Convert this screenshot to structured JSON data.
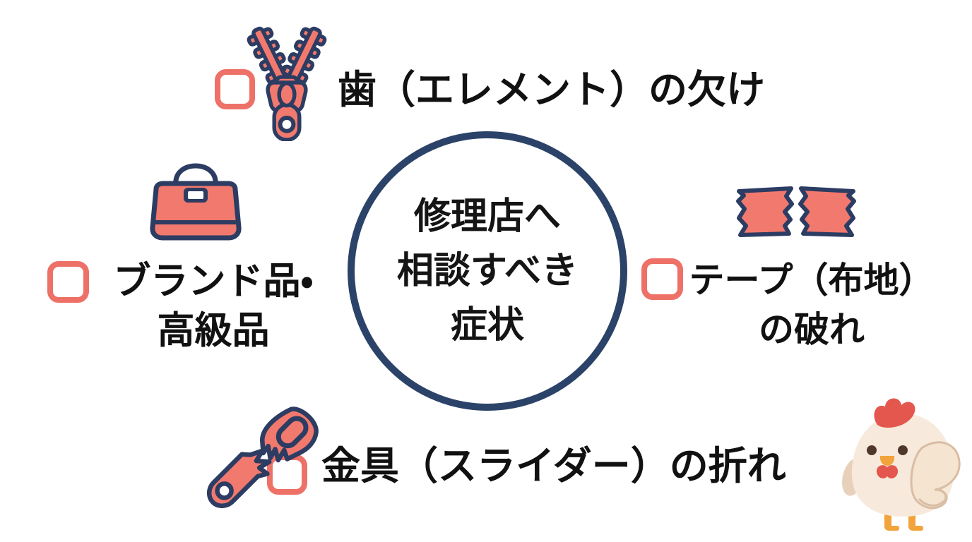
{
  "center_circle": {
    "lines": [
      "修理店へ",
      "相談すべき",
      "症状"
    ]
  },
  "items": {
    "top": {
      "icon": "open-zipper",
      "label": "歯（エレメント）の欠け"
    },
    "left": {
      "icon": "handbag",
      "lines": [
        "ブランド品・",
        "高級品"
      ]
    },
    "right": {
      "icon": "torn-tape",
      "lines": [
        "テープ（布地）",
        "の破れ"
      ]
    },
    "bottom": {
      "icon": "broken-slider",
      "label": "金具（スライダー）の折れ"
    }
  },
  "mascot": {
    "name": "chicken"
  },
  "colors": {
    "coral": "#F2796E",
    "coral_outline": "#EE7168",
    "navy": "#2C3C62",
    "circle_navy": "#2B4368",
    "text": "#111111",
    "background": "#FFFFFF",
    "chicken_body": "#F7EADC",
    "chicken_red": "#E4574E",
    "chicken_orange": "#F2A33C"
  }
}
